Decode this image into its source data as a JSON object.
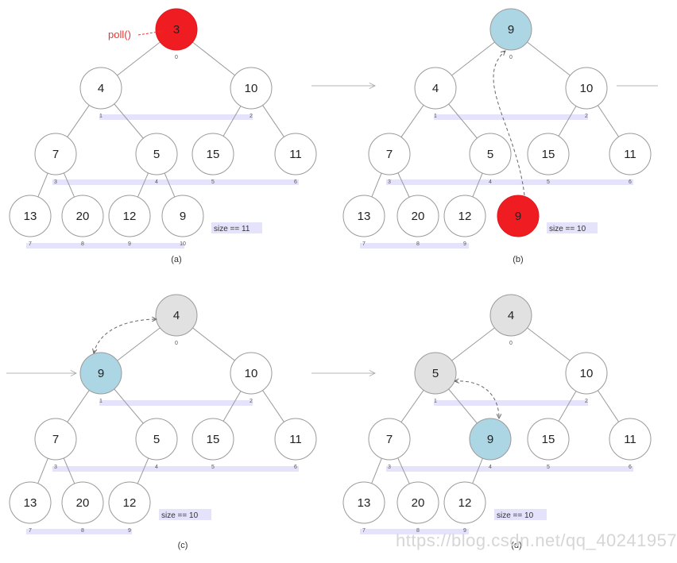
{
  "colors": {
    "red": "#ef1c22",
    "blue": "#acd6e4",
    "grey": "#e1e1e1",
    "bar": "#e4e3fb",
    "line": "#9a9a9a",
    "node_stroke": "#9a9a9a",
    "text": "#222222",
    "index": "#555555"
  },
  "watermark": "https://blog.csdn.net/qq_40241957",
  "panels": [
    {
      "id": "a",
      "caption": "(a)",
      "size_label": "size == 11",
      "nodes": [
        {
          "index": "0",
          "value": "3",
          "color": "red"
        },
        {
          "index": "1",
          "value": "4",
          "color": "white"
        },
        {
          "index": "2",
          "value": "10",
          "color": "white"
        },
        {
          "index": "3",
          "value": "7",
          "color": "white"
        },
        {
          "index": "4",
          "value": "5",
          "color": "white"
        },
        {
          "index": "5",
          "value": "15",
          "color": "white"
        },
        {
          "index": "6",
          "value": "11",
          "color": "white"
        },
        {
          "index": "7",
          "value": "13",
          "color": "white"
        },
        {
          "index": "8",
          "value": "20",
          "color": "white"
        },
        {
          "index": "9",
          "value": "12",
          "color": "white"
        },
        {
          "index": "10",
          "value": "9",
          "color": "white"
        }
      ],
      "annotation": "poll()"
    },
    {
      "id": "b",
      "caption": "(b)",
      "size_label": "size == 10",
      "nodes": [
        {
          "index": "0",
          "value": "9",
          "color": "blue"
        },
        {
          "index": "1",
          "value": "4",
          "color": "white"
        },
        {
          "index": "2",
          "value": "10",
          "color": "white"
        },
        {
          "index": "3",
          "value": "7",
          "color": "white"
        },
        {
          "index": "4",
          "value": "5",
          "color": "white"
        },
        {
          "index": "5",
          "value": "15",
          "color": "white"
        },
        {
          "index": "6",
          "value": "11",
          "color": "white"
        },
        {
          "index": "7",
          "value": "13",
          "color": "white"
        },
        {
          "index": "8",
          "value": "20",
          "color": "white"
        },
        {
          "index": "9",
          "value": "12",
          "color": "white"
        },
        {
          "index": "",
          "value": "9",
          "color": "red"
        }
      ]
    },
    {
      "id": "c",
      "caption": "(c)",
      "size_label": "size == 10",
      "nodes": [
        {
          "index": "0",
          "value": "4",
          "color": "grey"
        },
        {
          "index": "1",
          "value": "9",
          "color": "blue"
        },
        {
          "index": "2",
          "value": "10",
          "color": "white"
        },
        {
          "index": "3",
          "value": "7",
          "color": "white"
        },
        {
          "index": "4",
          "value": "5",
          "color": "white"
        },
        {
          "index": "5",
          "value": "15",
          "color": "white"
        },
        {
          "index": "6",
          "value": "11",
          "color": "white"
        },
        {
          "index": "7",
          "value": "13",
          "color": "white"
        },
        {
          "index": "8",
          "value": "20",
          "color": "white"
        },
        {
          "index": "9",
          "value": "12",
          "color": "white"
        }
      ]
    },
    {
      "id": "d",
      "caption": "(d)",
      "size_label": "size == 10",
      "nodes": [
        {
          "index": "0",
          "value": "4",
          "color": "grey"
        },
        {
          "index": "1",
          "value": "5",
          "color": "grey"
        },
        {
          "index": "2",
          "value": "10",
          "color": "white"
        },
        {
          "index": "3",
          "value": "7",
          "color": "white"
        },
        {
          "index": "4",
          "value": "9",
          "color": "blue"
        },
        {
          "index": "5",
          "value": "15",
          "color": "white"
        },
        {
          "index": "6",
          "value": "11",
          "color": "white"
        },
        {
          "index": "7",
          "value": "13",
          "color": "white"
        },
        {
          "index": "8",
          "value": "20",
          "color": "white"
        },
        {
          "index": "9",
          "value": "12",
          "color": "white"
        }
      ]
    }
  ]
}
